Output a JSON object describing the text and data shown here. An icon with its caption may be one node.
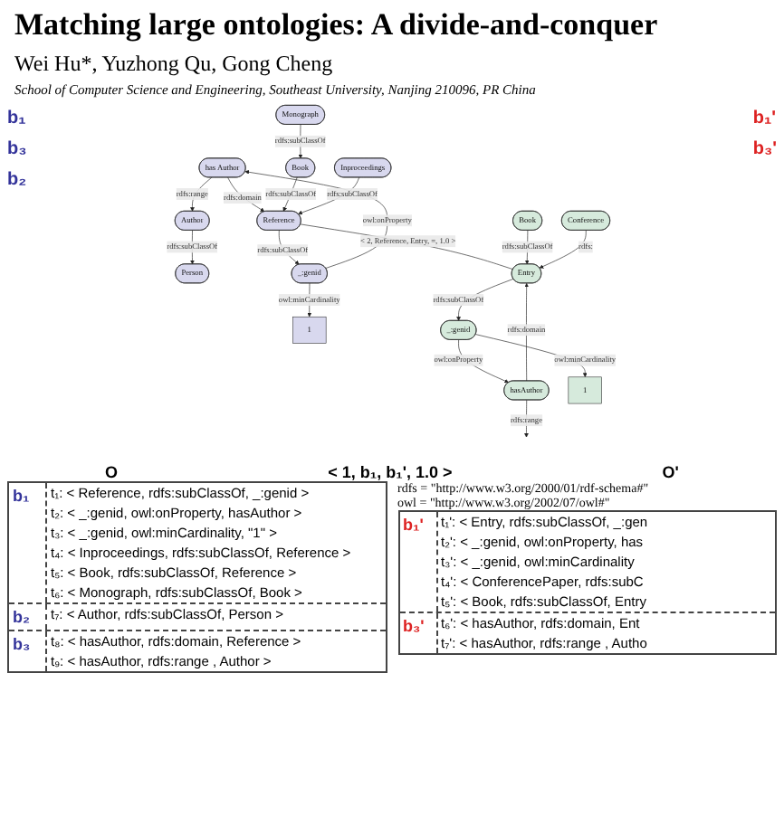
{
  "diagram": {
    "title": "Matching large ontologies: A divide-and-conquer",
    "nodes": [
      {
        "text": [
          "has Author"
        ]
      },
      {
        "text": [
          "Person"
        ]
      },
      {
        "text": [
          "_:genid"
        ]
      },
      {
        "text": [
          "Reference"
        ]
      },
      {
        "text": [
          "Author"
        ]
      },
      {
        "text": [
          "Book"
        ]
      },
      {
        "text": [
          "1"
        ]
      },
      {
        "text": [
          "Inproceedings"
        ]
      },
      {
        "text": [
          "Monograph"
        ]
      },
      {
        "text": [
          "hasAuthor"
        ]
      },
      {
        "text": [
          "_:genid"
        ]
      },
      {
        "text": [
          "Entry"
        ]
      },
      {
        "text": [
          "1"
        ]
      },
      {
        "text": [
          "Book"
        ]
      },
      {
        "text": [
          "Conference"
        ]
      }
    ],
    "edges": [
      {
        "from": 4,
        "to": 1,
        "arrow": "to",
        "label": "rdfs:subClassOf"
      },
      {
        "from": 0,
        "to": 4,
        "arrow": "to",
        "label": "rdfs:range"
      },
      {
        "from": 0,
        "to": 3,
        "arrow": "to",
        "label": "rdfs:domain"
      },
      {
        "from": 3,
        "to": 2,
        "arrow": "to",
        "label": "rdfs:subClassOf"
      },
      {
        "from": 2,
        "to": 0,
        "arrow": "to",
        "label": "owl:onProperty"
      },
      {
        "from": 2,
        "to": 6,
        "arrow": "to",
        "label": "owl:minCardinality"
      },
      {
        "from": 5,
        "to": 3,
        "arrow": "to",
        "label": "rdfs:subClassOf"
      },
      {
        "from": 7,
        "to": 3,
        "arrow": "to",
        "label": "rdfs:subClassOf"
      },
      {
        "from": 8,
        "to": 5,
        "arrow": "to",
        "label": "rdfs:subClassOf"
      },
      {
        "from": 3,
        "to": 11,
        "arrow": "none",
        "label": "< 2, Reference, Entry, =, 1.0 >"
      },
      {
        "from": 10,
        "to": 9,
        "arrow": "to",
        "label": "owl:onProperty"
      },
      {
        "from": 9,
        "to": 11,
        "arrow": "to",
        "label": "rdfs:domain"
      },
      {
        "from": 9,
        "to": null,
        "arrow": "to",
        "label": "rdfs:range"
      },
      {
        "from": 11,
        "to": 10,
        "arrow": "to",
        "label": "rdfs:subClassOf"
      },
      {
        "from": 10,
        "to": 12,
        "arrow": "to",
        "label": "owl:minCardinality"
      },
      {
        "from": 13,
        "to": 11,
        "arrow": "to",
        "label": "rdfs:subClassOf"
      },
      {
        "from": 14,
        "to": 11,
        "arrow": "to",
        "label": "rdfs:"
      }
    ],
    "labels": [
      "Wei Hu*, Yuzhong Qu, Gong Cheng",
      "School of Computer Science and Engineering, Southeast University, Nanjing 210096, PR China",
      "b₁",
      "b₃",
      "b₂",
      "b₁'",
      "b₃'",
      "O",
      "< 1, b₁, b₁', 1.0 >",
      "O'",
      "rdfs = \"http://www.w3.org/2000/01/rdf-schema#\"",
      "owl = \"http://www.w3.org/2002/07/owl#\"",
      "b₁",
      "t₁: < Reference, rdfs:subClassOf, _:genid >",
      "t₂: < _:genid, owl:onProperty, hasAuthor >",
      "t₃: < _:genid, owl:minCardinality, \"1\" >",
      "t₄: < Inproceedings, rdfs:subClassOf, Reference >",
      "t₅: < Book, rdfs:subClassOf, Reference >",
      "t₆: < Monograph, rdfs:subClassOf, Book >",
      "b₂",
      "t₇: < Author, rdfs:subClassOf, Person >",
      "b₃",
      "t₈: < hasAuthor, rdfs:domain, Reference >",
      "t₉: < hasAuthor, rdfs:range , Author >",
      "b₁'",
      "t₁': < Entry, rdfs:subClassOf, _:gen",
      "t₂': < _:genid, owl:onProperty, has",
      "t₃': < _:genid, owl:minCardinality",
      "t₄': < ConferencePaper, rdfs:subC",
      "t₅': < Book, rdfs:subClassOf, Entry",
      "b₃'",
      "t₆': < hasAuthor, rdfs:domain, Ent",
      "t₇': < hasAuthor, rdfs:range , Autho"
    ]
  }
}
